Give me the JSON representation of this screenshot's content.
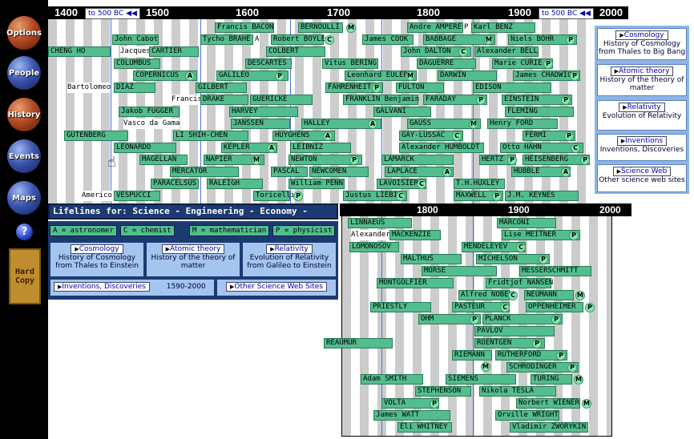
{
  "sidebar": {
    "options": "Options",
    "people": "People",
    "history": "History",
    "events": "Events",
    "maps": "Maps",
    "help": "?",
    "hardcopy": "Hard Copy"
  },
  "axis_top": {
    "years": [
      "1400",
      "1500",
      "1600",
      "1700",
      "1800",
      "1900",
      "2000"
    ],
    "jump_left": "to 500 BC",
    "jump_right": "to 500 BC"
  },
  "axis_lower": {
    "years": [
      "1800",
      "1900",
      "2000"
    ]
  },
  "upper_rows": [
    {
      "name": "Francis BACON",
      "tag": ""
    },
    {
      "name": "BERNOULLI",
      "tag": "M"
    },
    {
      "name": "Andre AMPERE",
      "tag": "P"
    },
    {
      "name": "Karl BENZ",
      "tag": ""
    },
    {
      "name": "John Cabot",
      "tag": ""
    },
    {
      "name": "Tycho BRAHE",
      "tag": "A"
    },
    {
      "name": "Robert BOYLE",
      "tag": "C"
    },
    {
      "name": "James COOK",
      "tag": ""
    },
    {
      "name": "BABBAGE",
      "tag": "M"
    },
    {
      "name": "Niels BOHR",
      "tag": "P"
    },
    {
      "name": "CHENG HO",
      "tag": ""
    },
    {
      "name": "Jacques",
      "tag": ""
    },
    {
      "name": "CARTIER",
      "tag": ""
    },
    {
      "name": "COLBERT",
      "tag": ""
    },
    {
      "name": "John DALTON",
      "tag": "C"
    },
    {
      "name": "Alexander BELL",
      "tag": ""
    },
    {
      "name": "COLUMBUS",
      "tag": ""
    },
    {
      "name": "DESCARTES",
      "tag": ""
    },
    {
      "name": "Vitus BERING",
      "tag": ""
    },
    {
      "name": "DAGUERRE",
      "tag": ""
    },
    {
      "name": "Marie CURIE",
      "tag": "P"
    },
    {
      "name": "COPERNICUS",
      "tag": "A"
    },
    {
      "name": "GALILEO",
      "tag": "P"
    },
    {
      "name": "Leonhard EULER",
      "tag": "M"
    },
    {
      "name": "DARWIN",
      "tag": ""
    },
    {
      "name": "James CHADWICK",
      "tag": "P"
    },
    {
      "name": "Bartolomeo",
      "tag": ""
    },
    {
      "name": "DIAZ",
      "tag": ""
    },
    {
      "name": "GILBERT",
      "tag": ""
    },
    {
      "name": "FAHRENHEIT",
      "tag": "P"
    },
    {
      "name": "FULTON",
      "tag": ""
    },
    {
      "name": "EDISON",
      "tag": ""
    },
    {
      "name": "Francis",
      "tag": ""
    },
    {
      "name": "DRAKE",
      "tag": ""
    },
    {
      "name": "GUERICKE",
      "tag": ""
    },
    {
      "name": "FRANKLIN Benjamin",
      "tag": ""
    },
    {
      "name": "FARADAY",
      "tag": "P"
    },
    {
      "name": "EINSTEIN",
      "tag": "P"
    },
    {
      "name": "Jakob FUGGER",
      "tag": ""
    },
    {
      "name": "HARVEY",
      "tag": ""
    },
    {
      "name": "GALVANI",
      "tag": ""
    },
    {
      "name": "FLEMING",
      "tag": ""
    },
    {
      "name": "Vasco da Gama",
      "tag": ""
    },
    {
      "name": "JANSSEN",
      "tag": ""
    },
    {
      "name": "HALLEY",
      "tag": "A"
    },
    {
      "name": "GAUSS",
      "tag": "M"
    },
    {
      "name": "Henry FORD",
      "tag": ""
    },
    {
      "name": "GUTENBERG",
      "tag": ""
    },
    {
      "name": "LI SHIH-CHEN",
      "tag": ""
    },
    {
      "name": "HUYGHENS",
      "tag": "A"
    },
    {
      "name": "GAY-LUSSAC",
      "tag": "C"
    },
    {
      "name": "FERMI",
      "tag": "P"
    },
    {
      "name": "LEONARDO",
      "tag": ""
    },
    {
      "name": "KEPLER",
      "tag": "A"
    },
    {
      "name": "LEIBNIZ",
      "tag": ""
    },
    {
      "name": "Alexander HUMBOLDT",
      "tag": ""
    },
    {
      "name": "Otto HAHN",
      "tag": "C"
    },
    {
      "name": "MAGELLAN",
      "tag": ""
    },
    {
      "name": "NAPIER",
      "tag": "M"
    },
    {
      "name": "NEWTON",
      "tag": "P"
    },
    {
      "name": "LAMARCK",
      "tag": ""
    },
    {
      "name": "HERTZ",
      "tag": "P"
    },
    {
      "name": "HEISENBERG",
      "tag": "P"
    },
    {
      "name": "MERCATOR",
      "tag": ""
    },
    {
      "name": "PASCAL",
      "tag": ""
    },
    {
      "name": "NEWCOMEN",
      "tag": ""
    },
    {
      "name": "LAPLACE",
      "tag": "A"
    },
    {
      "name": "HUBBLE",
      "tag": "A"
    },
    {
      "name": "PARACELSUS",
      "tag": ""
    },
    {
      "name": "RALEIGH",
      "tag": ""
    },
    {
      "name": "William PENN",
      "tag": ""
    },
    {
      "name": "LAVOISIER",
      "tag": "C"
    },
    {
      "name": "T.H.HUXLEY",
      "tag": ""
    },
    {
      "name": "Americo",
      "tag": ""
    },
    {
      "name": "VESPUCCI",
      "tag": ""
    },
    {
      "name": "Toricelli",
      "tag": "P"
    },
    {
      "name": "Justus LIEBIG",
      "tag": "C"
    },
    {
      "name": "MAXWELL",
      "tag": "P"
    },
    {
      "name": "J.M. KEYNES",
      "tag": ""
    }
  ],
  "lower_rows": [
    {
      "name": "LINNAEUS",
      "tag": ""
    },
    {
      "name": "MARCONI",
      "tag": ""
    },
    {
      "name": "Alexander",
      "tag": ""
    },
    {
      "name": "MACKENZIE",
      "tag": ""
    },
    {
      "name": "Lise MEITNER",
      "tag": "P"
    },
    {
      "name": "LOMONOSOV",
      "tag": ""
    },
    {
      "name": "MENDELEYEV",
      "tag": "C"
    },
    {
      "name": "MALTHUS",
      "tag": ""
    },
    {
      "name": "MICHELSON",
      "tag": "P"
    },
    {
      "name": "MORSE",
      "tag": ""
    },
    {
      "name": "MESSERSCHMITT",
      "tag": ""
    },
    {
      "name": "MONTGOLFIER",
      "tag": ""
    },
    {
      "name": "Fridtjof NANSEN",
      "tag": ""
    },
    {
      "name": "Alfred NOBEL",
      "tag": "C"
    },
    {
      "name": "NEUMANN",
      "tag": "M"
    },
    {
      "name": "PRIESTLY",
      "tag": ""
    },
    {
      "name": "PASTEUR",
      "tag": "C"
    },
    {
      "name": "OPPENHEIMER",
      "tag": "P"
    },
    {
      "name": "OHM",
      "tag": "P"
    },
    {
      "name": "PLANCK",
      "tag": "P"
    },
    {
      "name": "PAVLOV",
      "tag": ""
    },
    {
      "name": "REAUMUR",
      "tag": ""
    },
    {
      "name": "ROENTGEN",
      "tag": "P"
    },
    {
      "name": "RIEMANN",
      "tag": ""
    },
    {
      "name": "RUTHERFORD",
      "tag": "P"
    },
    {
      "name": "",
      "tag": "M"
    },
    {
      "name": "SCHRODINGER",
      "tag": "P"
    },
    {
      "name": "Adam SMITH",
      "tag": ""
    },
    {
      "name": "SIEMENS",
      "tag": ""
    },
    {
      "name": "TURING",
      "tag": "M"
    },
    {
      "name": "STEPHENSON",
      "tag": ""
    },
    {
      "name": "Nikola TESLA",
      "tag": ""
    },
    {
      "name": "VOLTA",
      "tag": "P"
    },
    {
      "name": "Norbert WIENER",
      "tag": "M"
    },
    {
      "name": "James WATT",
      "tag": ""
    },
    {
      "name": "Orville WRIGHT",
      "tag": ""
    },
    {
      "name": "Eli WHITNEY",
      "tag": ""
    },
    {
      "name": "Vladimir ZWORYKIN",
      "tag": ""
    }
  ],
  "right_panel": [
    {
      "button": "Cosmology",
      "desc": "History of Cosmology from Thales to Big Bang"
    },
    {
      "button": "Atomic theory",
      "desc": "History of the theory of matter"
    },
    {
      "button": "Relativity",
      "desc": "Evolution of Relativity"
    },
    {
      "button": "Inventions",
      "desc": "Inventions, Discoveries"
    },
    {
      "button": "Science Web",
      "desc": "Other science web sites"
    }
  ],
  "lifelines_title": "Lifelines for: Science - Engineering - Economy - Discovery",
  "legend": [
    "A = astronomer",
    "C = chemist",
    "M = mathematician",
    "P = physicist"
  ],
  "bottom_row": {
    "cosmology_btn": "Cosmology",
    "cosmology_desc": "History of Cosmology from Thales to Einstein",
    "atomic_btn": "Atomic theory",
    "atomic_desc": "History of the theory of matter",
    "relativity_btn": "Relativity",
    "relativity_desc": "Evolution of Relativity from Galileo to Einstein",
    "inventions_btn": "Inventions, Discoveries",
    "inventions_range": "1590-2000",
    "web_btn": "Other Science Web Sites"
  }
}
